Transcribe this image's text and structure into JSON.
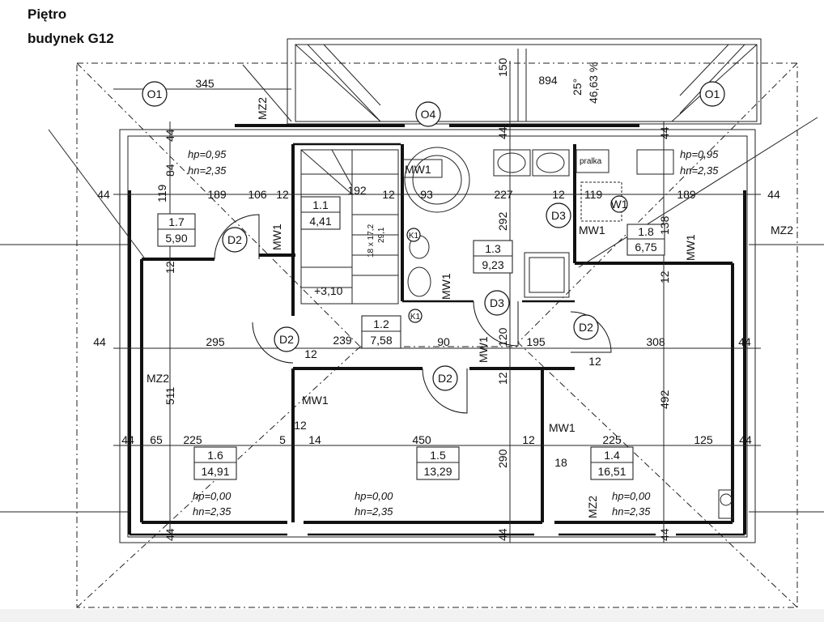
{
  "title_line1": "Piętro",
  "title_line2": "budynek G12",
  "rooms": [
    {
      "id": "1.1",
      "area": "4,41"
    },
    {
      "id": "1.2",
      "area": "7,58"
    },
    {
      "id": "1.3",
      "area": "9,23"
    },
    {
      "id": "1.4",
      "area": "16,51"
    },
    {
      "id": "1.5",
      "area": "13,29"
    },
    {
      "id": "1.6",
      "area": "14,91"
    },
    {
      "id": "1.7",
      "area": "5,90"
    },
    {
      "id": "1.8",
      "area": "6,75"
    }
  ],
  "heights": {
    "hp1": "hp=0,95",
    "hn1": "hn=2,35",
    "hp0": "hp=0,00",
    "hn0": "hn=2,35"
  },
  "symbols": {
    "o1": "O1",
    "o4": "O4",
    "d2": "D2",
    "d3": "D3",
    "mw1": "MW1",
    "mz2": "MZ2",
    "k1": "K1",
    "w1": "W1",
    "pralka": "pralka",
    "level": "+3,10",
    "stairs": "18 x 17,2",
    "stairs2": "29,1",
    "roof_angle": "25°",
    "roof_pct": "46,63 %"
  },
  "dims": {
    "d345": "345",
    "d894": "894",
    "d150": "150",
    "d44": "44",
    "d84": "84",
    "d119": "119",
    "d189": "189",
    "d106": "106",
    "d12": "12",
    "d192": "192",
    "d93": "93",
    "d227": "227",
    "d138": "138",
    "d292": "292",
    "d295": "295",
    "d239": "239",
    "d90": "90",
    "d120": "120",
    "d195": "195",
    "d308": "308",
    "d511": "511",
    "d492": "492",
    "d65": "65",
    "d225": "225",
    "d5": "5",
    "d14": "14",
    "d450": "450",
    "d290": "290",
    "d18": "18",
    "d125": "125"
  }
}
